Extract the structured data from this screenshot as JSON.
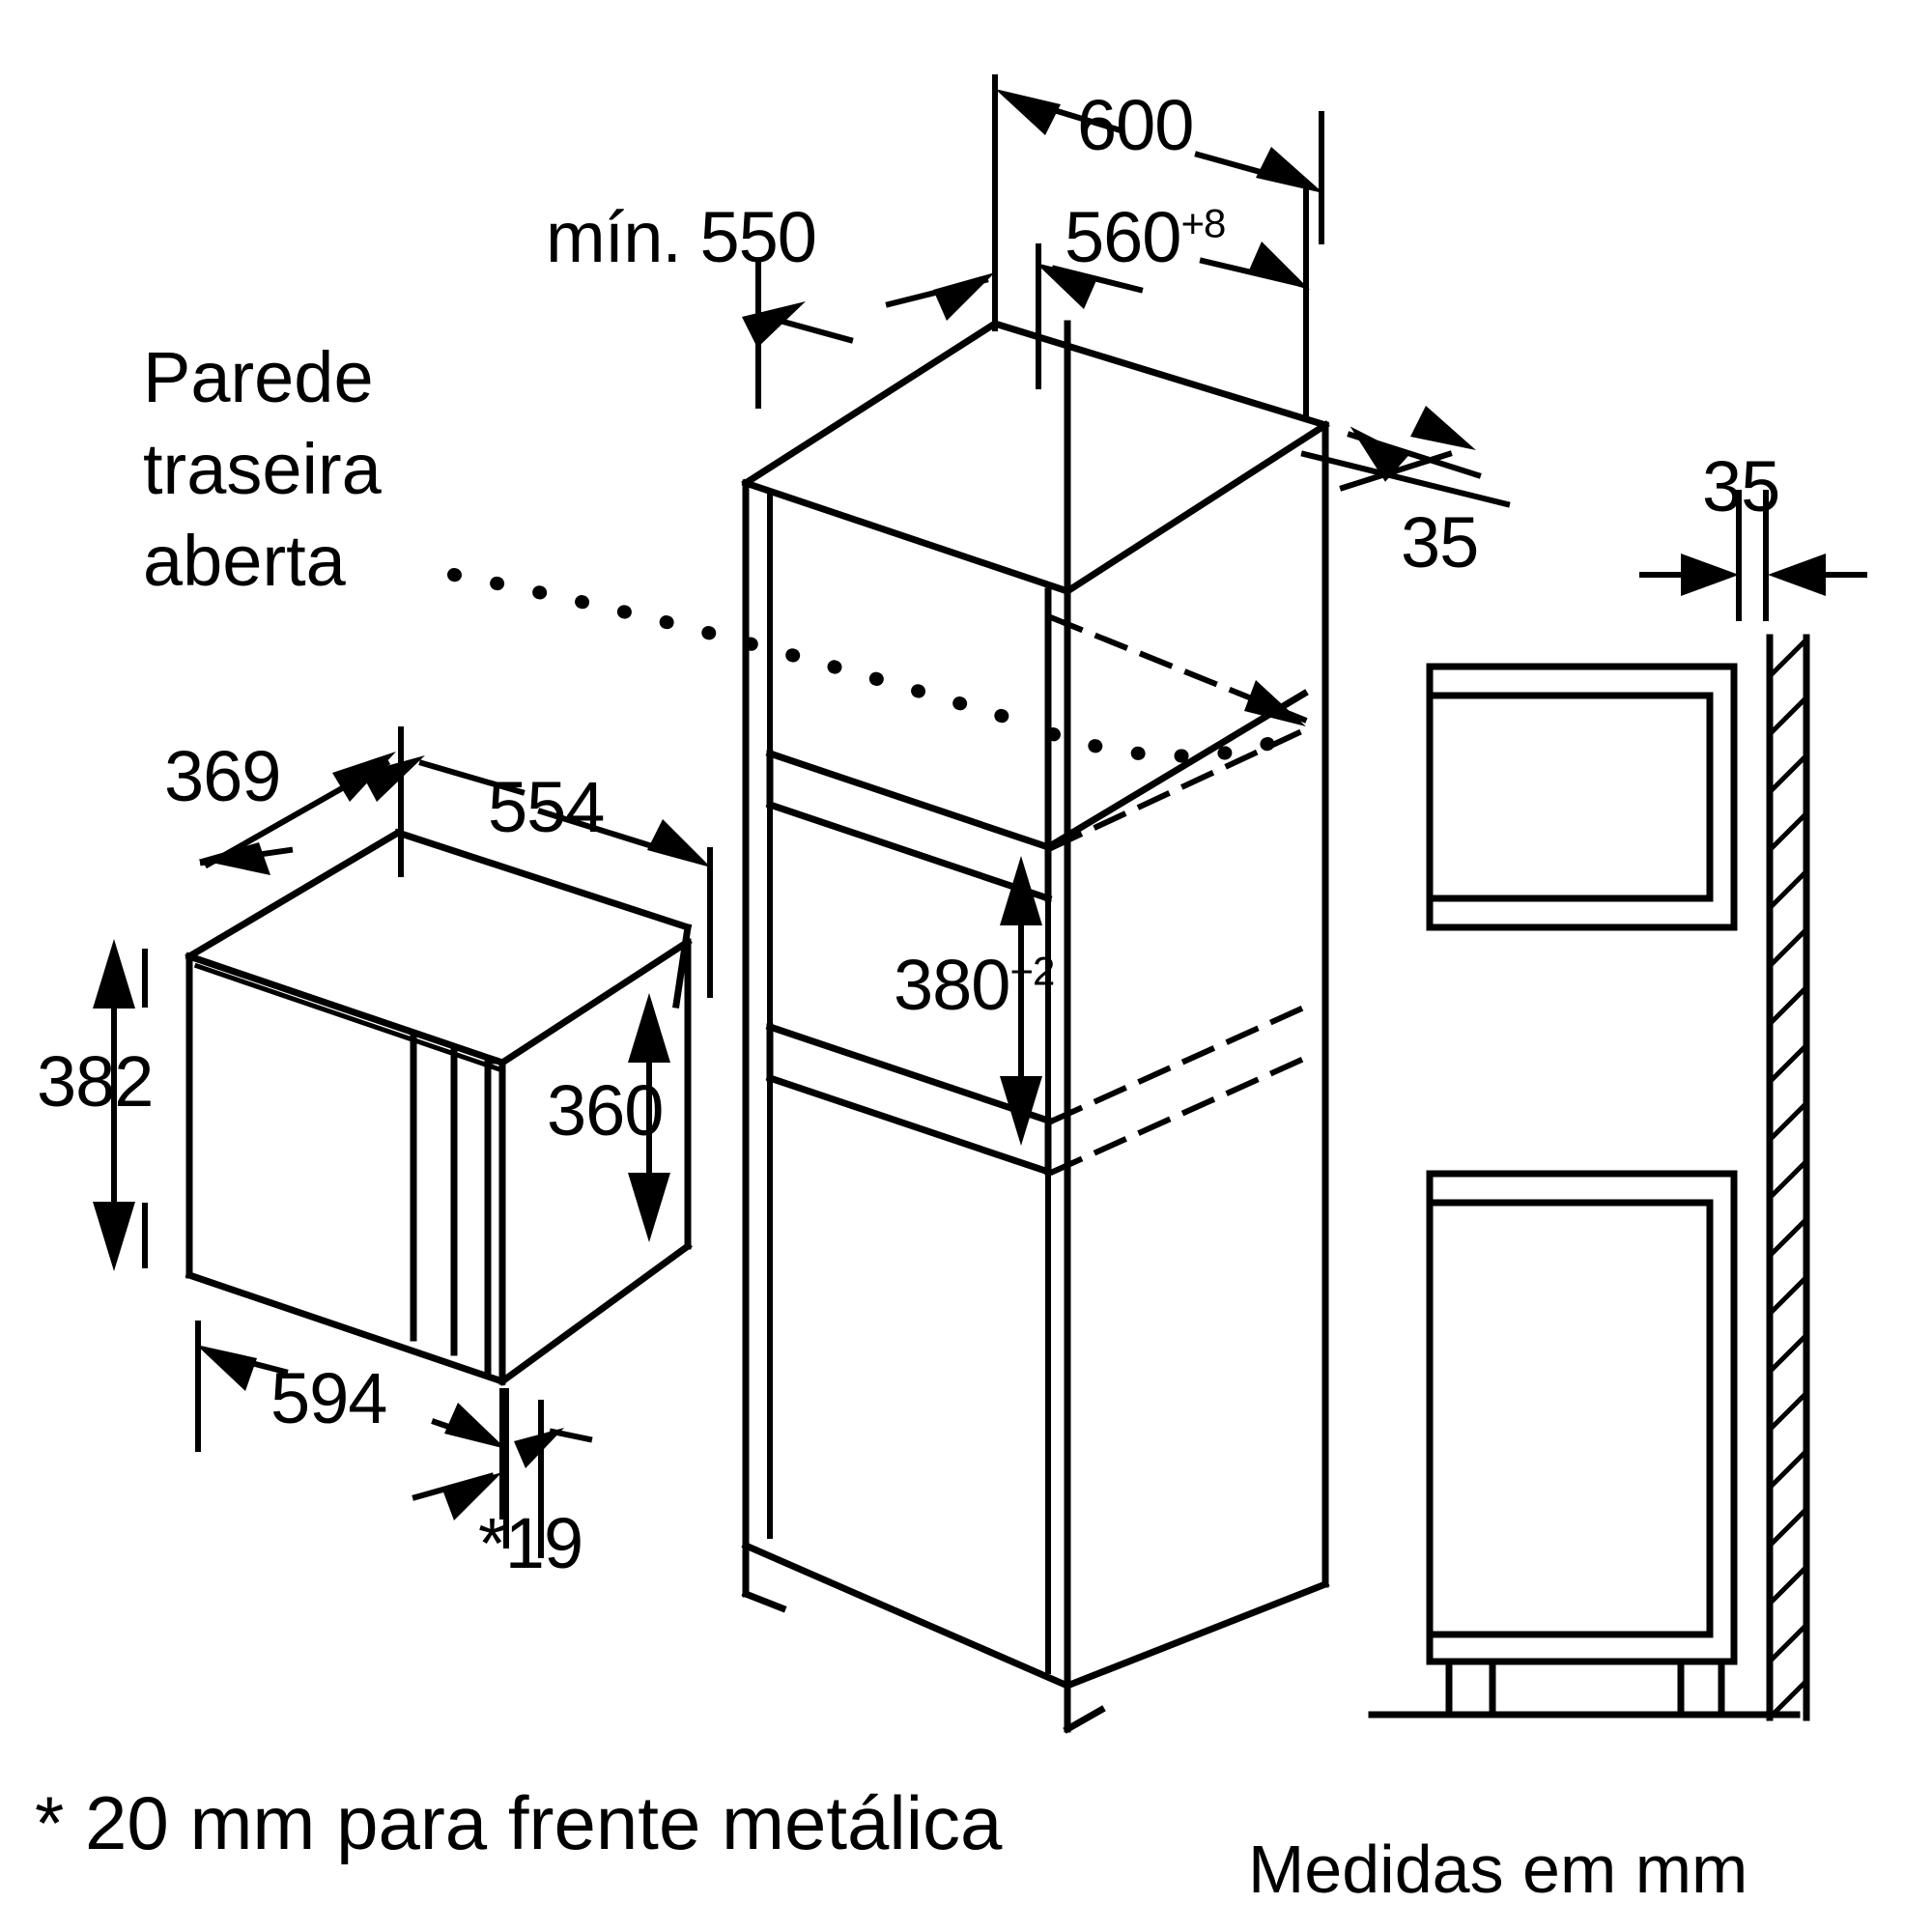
{
  "diagram": {
    "title": "Microwave built-in installation dimensions drawing",
    "units_note": "Medidas em mm",
    "footnote": "* 20 mm para frente metálica",
    "stroke_color": "#000000",
    "background_color": "#ffffff"
  },
  "annotations": {
    "back_wall_note": {
      "line1": "Parede",
      "line2": "traseira",
      "line3": "aberta"
    }
  },
  "dimensions": {
    "cabinet_outer_width": "600",
    "cabinet_min_depth": "mín. 550",
    "niche_width_value": "560",
    "niche_width_tolerance": "+8",
    "niche_height_value": "380",
    "niche_height_tolerance": "+2",
    "top_offset_right": "35",
    "side_panel_thickness": "35",
    "appliance_depth": "369",
    "appliance_body_width": "554",
    "appliance_height_total": "382",
    "appliance_height_body": "360",
    "appliance_front_width": "594",
    "front_thickness": "*19"
  }
}
